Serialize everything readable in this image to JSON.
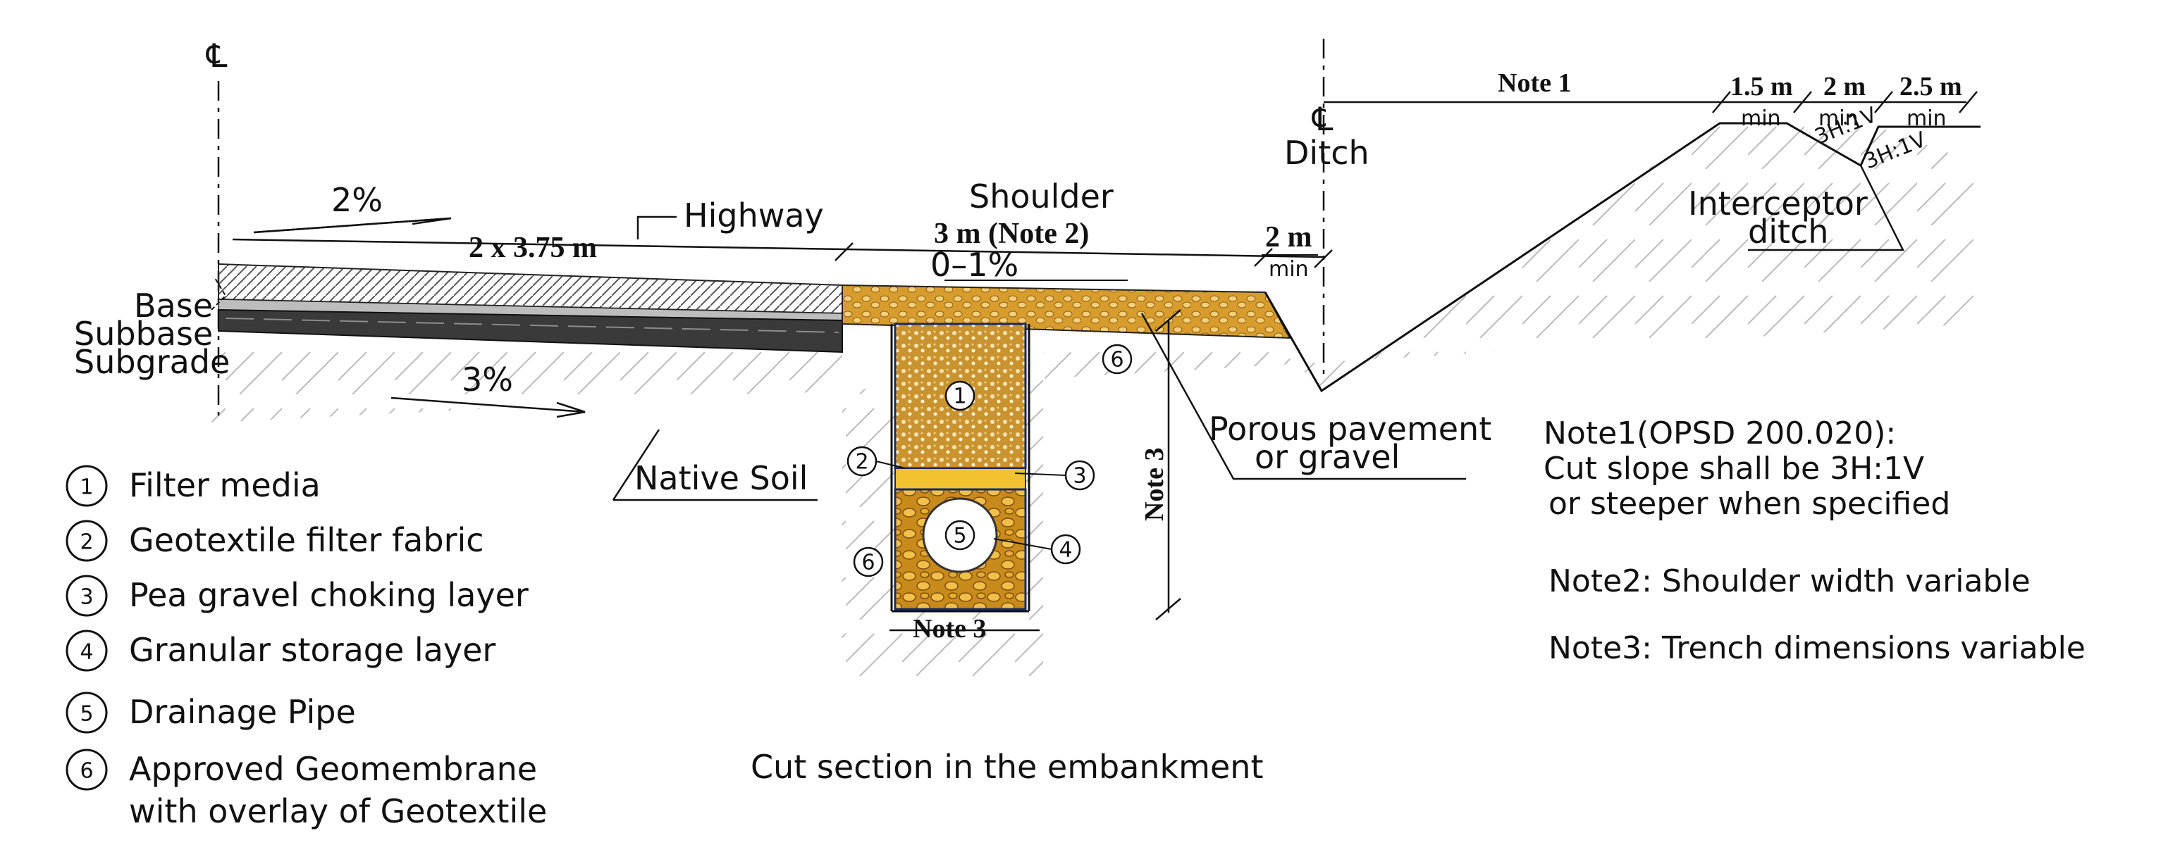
{
  "labels": {
    "centerline": "℄",
    "highway": "Highway",
    "width_lanes": "2 x 3.75 m",
    "slope_top": "2%",
    "slope_subgrade": "3%",
    "shoulder": "Shoulder",
    "shoulder_width": "3 m (Note 2)",
    "shoulder_slope": "0–1%",
    "min_2m_top": "2 m",
    "min_word": "min",
    "ditch": "Ditch",
    "note1_dim": "Note 1",
    "dim_1_5": "1.5 m",
    "dim_2": "2 m",
    "dim_2_5": "2.5 m",
    "slope_3h1v": "3H:1V",
    "interceptor_1": "Interceptor",
    "interceptor_2": "ditch",
    "base": "Base",
    "subbase": "Subbase",
    "subgrade": "Subgrade",
    "native_soil": "Native Soil",
    "porous_1": "Porous pavement",
    "porous_2": "or gravel",
    "note3_vertical": "Note 3",
    "note3_bottom": "Note 3",
    "caption": "Cut section in the embankment"
  },
  "legend": [
    {
      "num": "1",
      "text": "Filter media"
    },
    {
      "num": "2",
      "text": "Geotextile filter fabric"
    },
    {
      "num": "3",
      "text": "Pea gravel choking layer"
    },
    {
      "num": "4",
      "text": "Granular storage layer"
    },
    {
      "num": "5",
      "text": "Drainage Pipe"
    },
    {
      "num": "6",
      "text": "Approved Geomembrane",
      "text2": "with overlay of Geotextile"
    }
  ],
  "notes": {
    "note1_line1": "Note1(OPSD 200.020):",
    "note1_line2": "Cut slope shall be 3H:1V",
    "note1_line3": "or steeper when specified",
    "note2": "Note2:  Shoulder width variable",
    "note3": "Note3:  Trench dimensions variable"
  },
  "colors": {
    "gravel": "#d99a2e",
    "filter_media": "#d9a948",
    "pea_gravel": "#f2c230",
    "asphalt": "#3a3a3a",
    "base_hatch": "#8a8a8a",
    "soil_hatch": "#bdbdbd"
  }
}
